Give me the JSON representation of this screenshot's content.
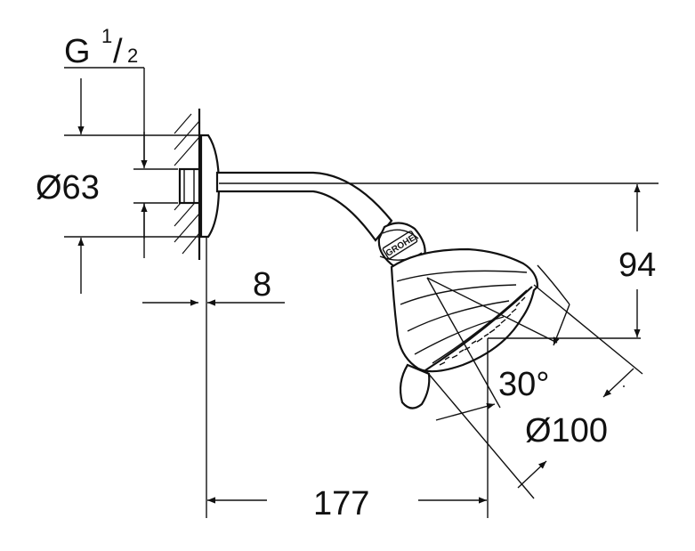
{
  "dimensions": {
    "thread_main": "G",
    "thread_num": "1",
    "thread_slash": "/",
    "thread_den": "2",
    "flange_diameter": "Ø63",
    "wall_offset": "8",
    "height_drop": "94",
    "spray_angle": "30°",
    "head_diameter": "Ø100",
    "projection_length": "177"
  },
  "brand_badge": "GROHE"
}
